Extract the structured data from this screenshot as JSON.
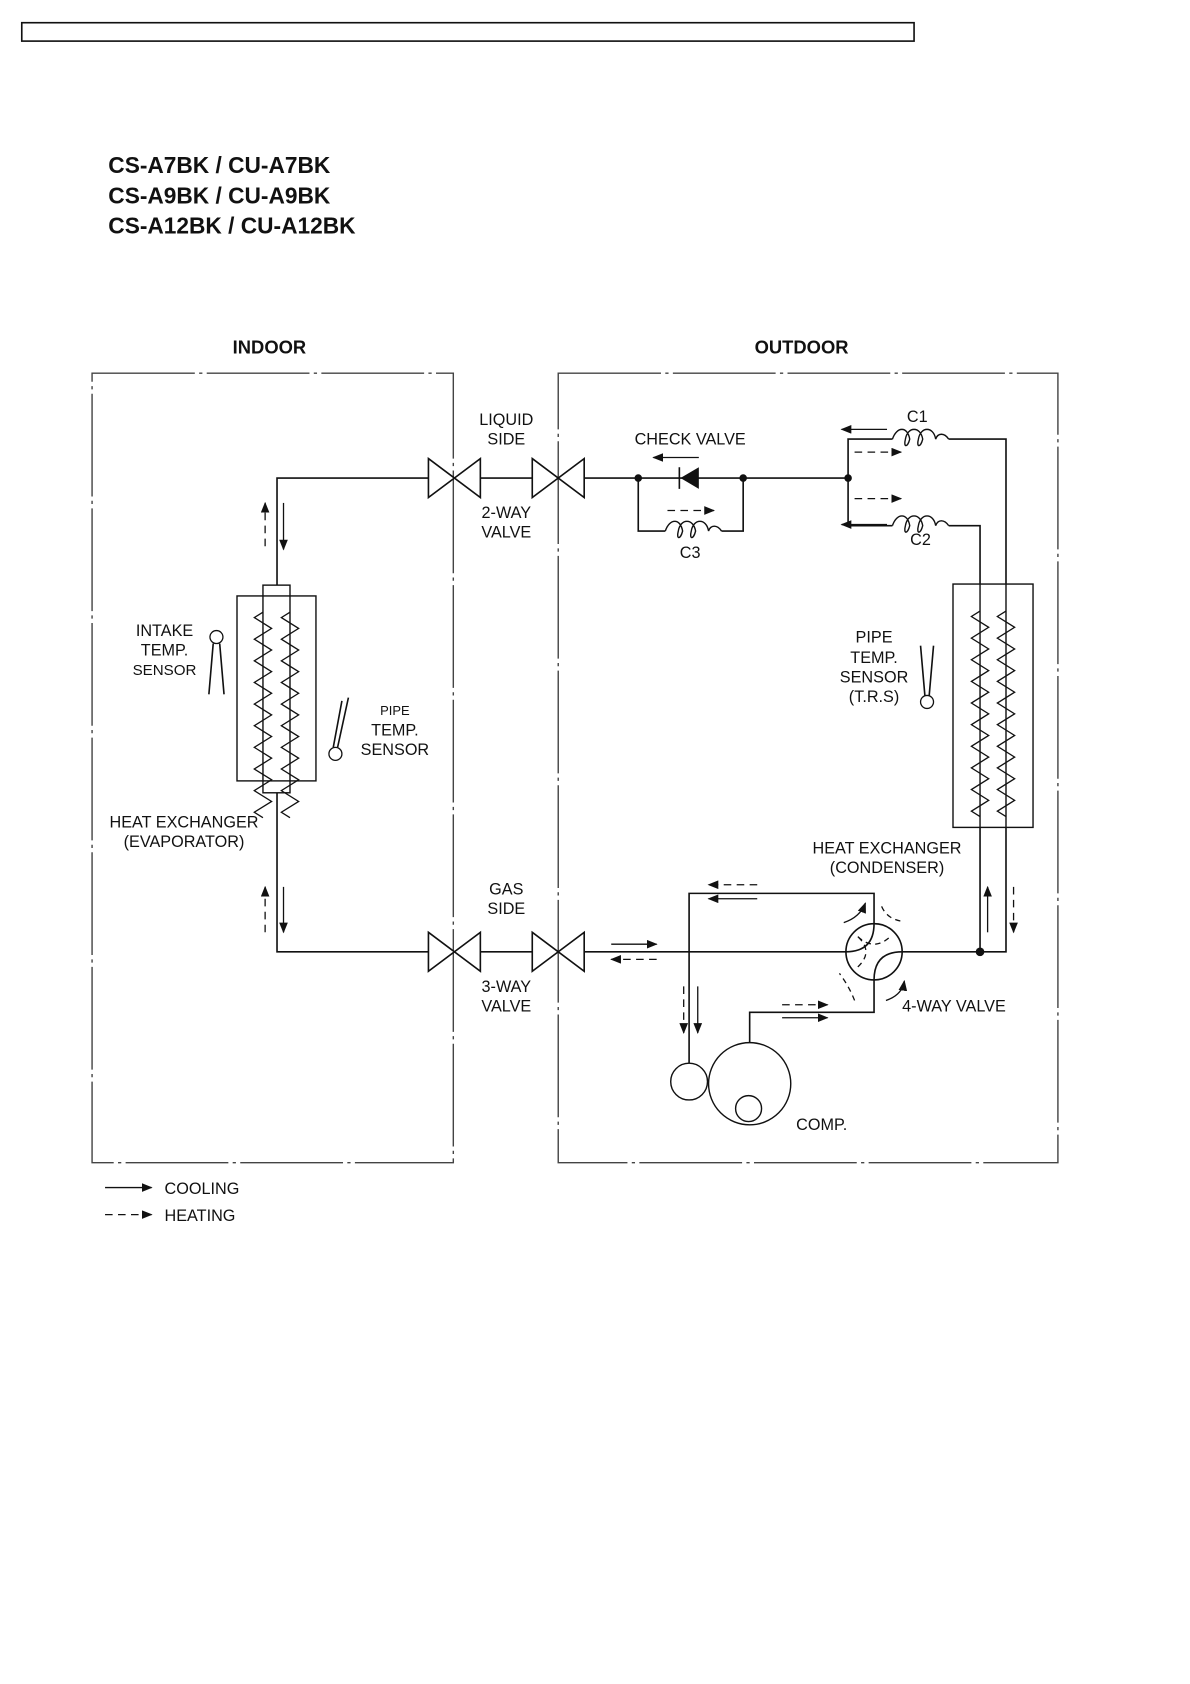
{
  "header_bar": "",
  "models": [
    "CS-A7BK / CU-A7BK",
    "CS-A9BK / CU-A9BK",
    "CS-A12BK / CU-A12BK"
  ],
  "diagram": {
    "indoor_label": "INDOOR",
    "outdoor_label": "OUTDOOR",
    "liquid_side": [
      "LIQUID",
      "SIDE"
    ],
    "two_way_valve": [
      "2-WAY",
      "VALVE"
    ],
    "gas_side": [
      "GAS",
      "SIDE"
    ],
    "three_way_valve": [
      "3-WAY",
      "VALVE"
    ],
    "check_valve": "CHECK VALVE",
    "c1": "C1",
    "c2": "C2",
    "c3": "C3",
    "intake_sensor": [
      "INTAKE",
      "TEMP.",
      "SENSOR"
    ],
    "indoor_pipe_sensor": [
      "PIPE",
      "TEMP.",
      "SENSOR"
    ],
    "indoor_hx": [
      "HEAT EXCHANGER",
      "(EVAPORATOR)"
    ],
    "outdoor_pipe_sensor": [
      "PIPE",
      "TEMP.",
      "SENSOR",
      "(T.R.S)"
    ],
    "outdoor_hx": [
      "HEAT EXCHANGER",
      "(CONDENSER)"
    ],
    "four_way_valve": "4-WAY VALVE",
    "compressor": "COMP."
  },
  "legend": {
    "cooling": "COOLING",
    "heating": "HEATING"
  }
}
